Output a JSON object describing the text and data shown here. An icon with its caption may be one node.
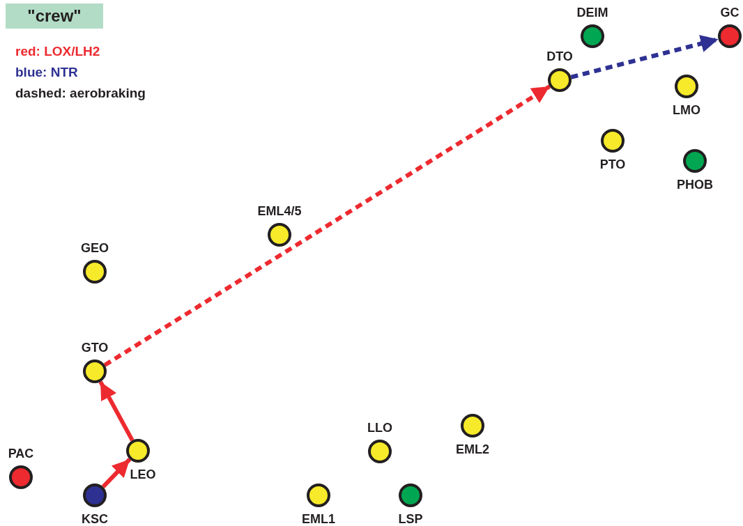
{
  "diagram": {
    "title": "\"crew\"",
    "nodes": [
      {
        "text": [
          "DEIM"
        ]
      },
      {
        "text": [
          "GC"
        ]
      },
      {
        "text": [
          "DTO"
        ]
      },
      {
        "text": [
          "LMO"
        ]
      },
      {
        "text": [
          "PTO"
        ]
      },
      {
        "text": [
          "PHOB"
        ]
      },
      {
        "text": [
          "EML4/5"
        ]
      },
      {
        "text": [
          "GEO"
        ]
      },
      {
        "text": [
          "GTO"
        ]
      },
      {
        "text": [
          "EML2"
        ]
      },
      {
        "text": [
          "LLO"
        ]
      },
      {
        "text": [
          "LEO"
        ]
      },
      {
        "text": [
          "PAC"
        ]
      },
      {
        "text": [
          "EML1"
        ]
      },
      {
        "text": [
          "LSP"
        ]
      },
      {
        "text": [
          "KSC"
        ]
      }
    ],
    "edges": [
      {
        "from": 15,
        "to": 11,
        "arrow": "to"
      },
      {
        "from": 11,
        "to": 8,
        "arrow": "to"
      },
      {
        "from": 8,
        "to": 2,
        "arrow": "to",
        "style": "dashed"
      },
      {
        "from": 2,
        "to": 1,
        "arrow": "to",
        "style": "dashed",
        "color": "#2e3192"
      }
    ],
    "legend": [
      {
        "text": "red: LOX/LH2",
        "color": "#ed2a2f"
      },
      {
        "text": "blue: NTR",
        "color": "#2e3192"
      },
      {
        "text": "dashed: aerobraking",
        "color": "#231f20"
      }
    ]
  }
}
